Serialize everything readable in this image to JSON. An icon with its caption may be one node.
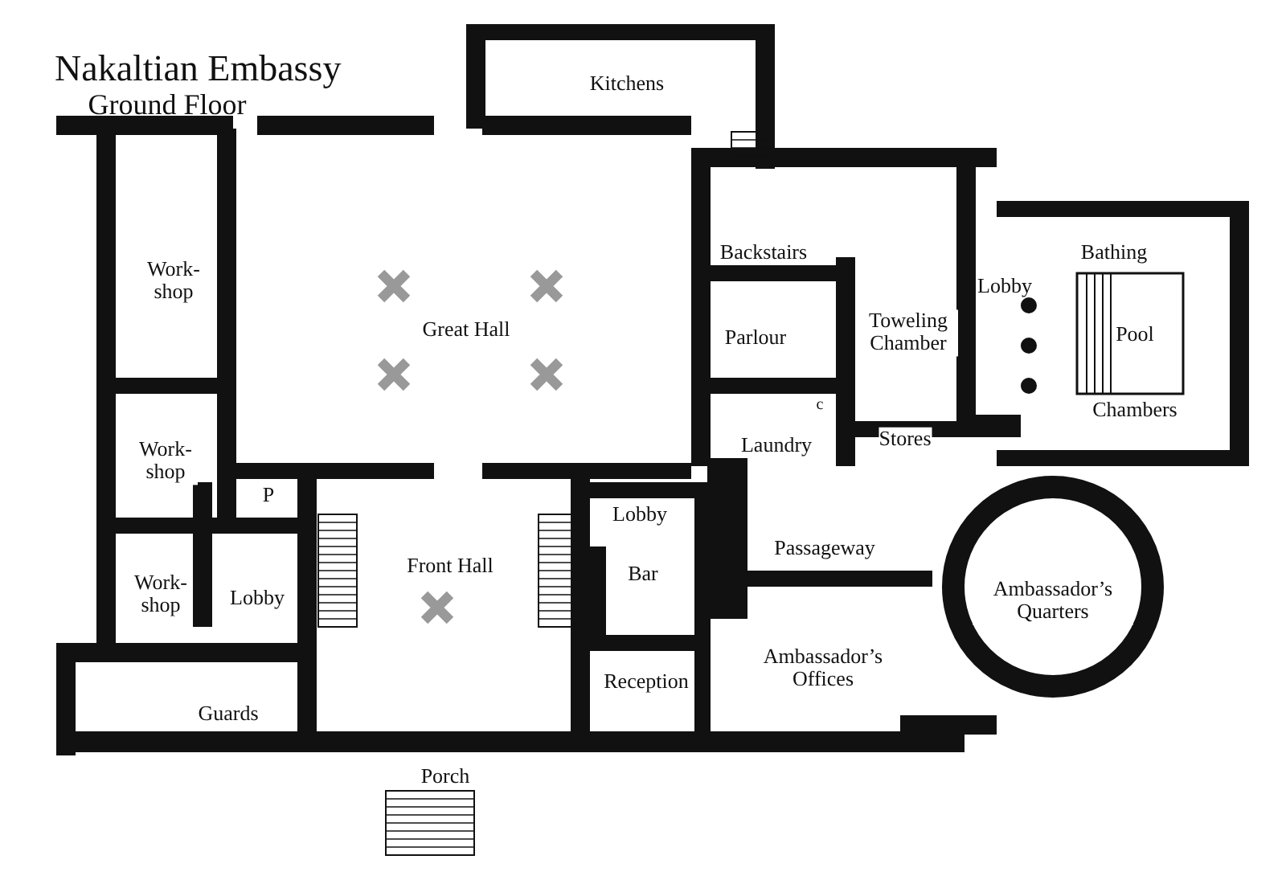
{
  "diagram": {
    "title": "Nakaltian Embassy",
    "labels": [
      "Ground Floor",
      "Kitchens",
      "Work-shop",
      "Great Hall",
      "Backstairs",
      "Bathing",
      "Lobby",
      "Toweling Chamber",
      "Parlour",
      "Pool",
      "Chambers",
      "Work-shop",
      "Laundry",
      "Stores",
      "P",
      "c",
      "Lobby",
      "Front Hall",
      "Bar",
      "Passageway",
      "Work-shop",
      "Lobby",
      "Ambassador’s Quarters",
      "Reception",
      "Ambassador’s Offices",
      "Guards",
      "Porch"
    ]
  }
}
